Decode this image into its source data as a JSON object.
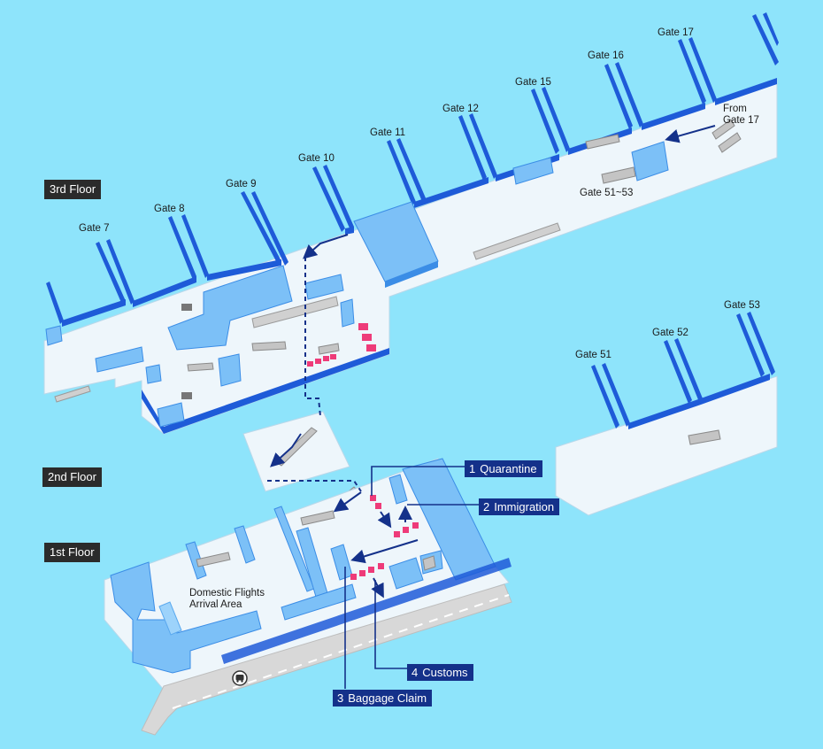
{
  "gates_upper": [
    {
      "label": "Gate 7"
    },
    {
      "label": "Gate 8"
    },
    {
      "label": "Gate 9"
    },
    {
      "label": "Gate 10"
    },
    {
      "label": "Gate 11"
    },
    {
      "label": "Gate 12"
    },
    {
      "label": "Gate 15"
    },
    {
      "label": "Gate 16"
    },
    {
      "label": "Gate 17"
    }
  ],
  "gates_lower": [
    {
      "label": "Gate 51"
    },
    {
      "label": "Gate 52"
    },
    {
      "label": "Gate 53"
    }
  ],
  "annotations": {
    "from_gate_17": [
      "From",
      "Gate 17"
    ],
    "gate_51_53": "Gate 51~53",
    "domestic_arrival": [
      "Domestic Flights",
      "Arrival Area"
    ]
  },
  "floors": {
    "third": "3rd Floor",
    "second": "2nd Floor",
    "first": "1st Floor"
  },
  "steps": [
    {
      "num": "1",
      "label": "Quarantine"
    },
    {
      "num": "2",
      "label": "Immigration"
    },
    {
      "num": "3",
      "label": "Baggage Claim"
    },
    {
      "num": "4",
      "label": "Customs"
    }
  ],
  "icons": {
    "bus": "bus-icon"
  },
  "colors": {
    "background": "#8ee4fb",
    "floor": "#eef6fb",
    "wall": "#1e5bd8",
    "room": "#7cc0f7",
    "checkpoint": "#ee3b79",
    "route": "#14318a",
    "road": "#d8d8d8"
  }
}
